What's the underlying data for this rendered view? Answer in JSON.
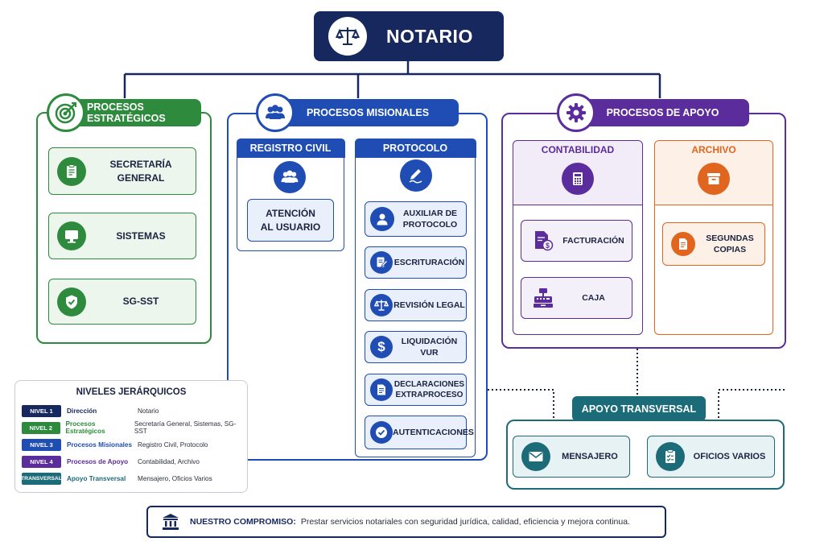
{
  "top": {
    "title": "NOTARIO"
  },
  "estrategicos": {
    "header": "PROCESOS ESTRATÉGICOS",
    "color": "#2e8b3e",
    "items": [
      {
        "label_line1": "SECRETARÍA",
        "label_line2": "GENERAL",
        "icon": "clipboard-icon"
      },
      {
        "label_line1": "SISTEMAS",
        "label_line2": "",
        "icon": "monitor-icon"
      },
      {
        "label_line1": "SG-SST",
        "label_line2": "",
        "icon": "shield-check-icon"
      }
    ]
  },
  "misionales": {
    "header": "PROCESOS MISIONALES",
    "color": "#1f4db3",
    "registro": {
      "title": "REGISTRO CIVIL",
      "item_line1": "ATENCIÓN",
      "item_line2": "AL USUARIO"
    },
    "protocolo": {
      "title": "PROTOCOLO",
      "items": [
        {
          "label_line1": "AUXILIAR DE",
          "label_line2": "PROTOCOLO",
          "icon": "user-icon"
        },
        {
          "label_line1": "ESCRITURACIÓN",
          "label_line2": "",
          "icon": "document-pen-icon"
        },
        {
          "label_line1": "REVISIÓN LEGAL",
          "label_line2": "",
          "icon": "scales-icon"
        },
        {
          "label_line1": "LIQUIDACIÓN VUR",
          "label_line2": "",
          "icon": "dollar-icon"
        },
        {
          "label_line1": "DECLARACIONES",
          "label_line2": "EXTRAPROCESO",
          "icon": "document-icon"
        },
        {
          "label_line1": "AUTENTICACIONES",
          "label_line2": "",
          "icon": "badge-check-icon"
        }
      ]
    }
  },
  "apoyo": {
    "header": "PROCESOS DE APOYO",
    "color": "#5b2d9c",
    "contabilidad": {
      "title": "CONTABILIDAD",
      "items": [
        {
          "label": "FACTURACIÓN",
          "icon": "invoice-icon"
        },
        {
          "label": "CAJA",
          "icon": "cash-register-icon"
        }
      ]
    },
    "archivo": {
      "title": "ARCHIVO",
      "color": "#e0661f",
      "item_line1": "SEGUNDAS",
      "item_line2": "COPIAS"
    }
  },
  "transversal": {
    "title": "APOYO TRANSVERSAL",
    "color": "#1c6b78",
    "items": [
      {
        "label": "MENSAJERO",
        "icon": "envelope-icon"
      },
      {
        "label": "OFICIOS VARIOS",
        "icon": "checklist-icon"
      }
    ]
  },
  "legend": {
    "title": "NIVELES JERÁRQUICOS",
    "rows": [
      {
        "badge": "NIVEL 1",
        "name": "Dirección",
        "desc": "Notario",
        "color": "#17285e"
      },
      {
        "badge": "NIVEL 2",
        "name": "Procesos Estratégicos",
        "desc": "Secretaría General, Sistemas, SG-SST",
        "color": "#2e8b3e"
      },
      {
        "badge": "NIVEL 3",
        "name": "Procesos Misionales",
        "desc": "Registro Civil, Protocolo",
        "color": "#1f4db3"
      },
      {
        "badge": "NIVEL 4",
        "name": "Procesos de Apoyo",
        "desc": "Contabilidad, Archivo",
        "color": "#5b2d9c"
      },
      {
        "badge": "TRANSVERSAL",
        "name": "Apoyo Transversal",
        "desc": "Mensajero, Oficios Varios",
        "color": "#1c6b78"
      }
    ]
  },
  "commitment": {
    "label": "NUESTRO COMPROMISO:",
    "text": "Prestar servicios notariales con seguridad jurídica, calidad, eficiencia y mejora continua."
  }
}
